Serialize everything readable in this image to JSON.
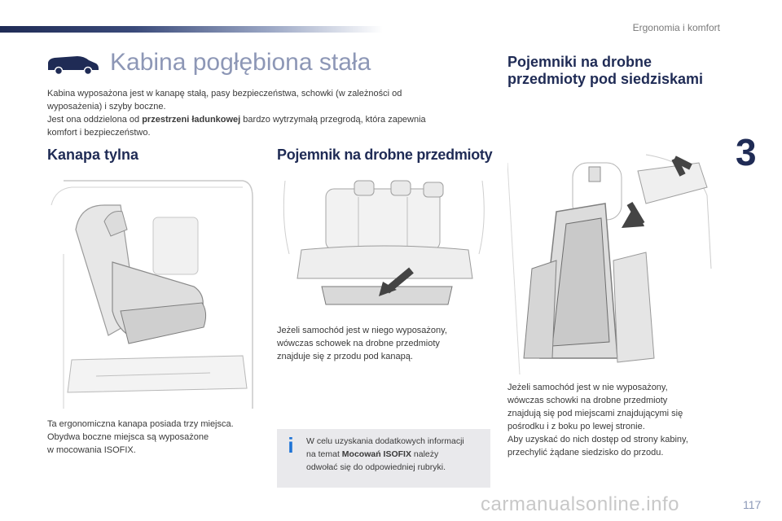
{
  "header": {
    "section": "Ergonomia i komfort",
    "chapter": "3",
    "page": "117"
  },
  "main": {
    "title": "Kabina pogłębiona stała",
    "intro_line1": "Kabina wyposażona jest w kanapę stałą, pasy bezpieczeństwa, schowki (w zależności od",
    "intro_line2": "wyposażenia) i szyby boczne.",
    "intro_line3_pre": "Jest ona oddzielona od ",
    "intro_line3_bold": "przestrzeni ładunkowej",
    "intro_line3_post": " bardzo wytrzymałą przegrodą, która zapewnia",
    "intro_line4": "komfort i bezpieczeństwo."
  },
  "kanapa": {
    "heading": "Kanapa tylna",
    "caption_line1": "Ta ergonomiczna kanapa posiada trzy miejsca.",
    "caption_line2": "Obydwa boczne miejsca są wyposażone",
    "caption_line3": "w mocowania ISOFIX."
  },
  "pojemnik": {
    "heading": "Pojemnik na drobne przedmioty",
    "caption_line1": "Jeżeli samochód jest w niego wyposażony,",
    "caption_line2": "wówczas schowek na drobne przedmioty",
    "caption_line3": "znajduje się z przodu pod kanapą."
  },
  "info": {
    "icon": "info-icon",
    "line1": "W celu uzyskania dodatkowych informacji",
    "line2_pre": "na temat ",
    "line2_bold": "Mocowań ISOFIX",
    "line2_post": " należy",
    "line3": "odwołać się do odpowiedniej rubryki."
  },
  "right": {
    "heading_line1": "Pojemniki na drobne",
    "heading_line2": "przedmioty pod siedziskami",
    "caption_line1": "Jeżeli samochód jest w nie wyposażony,",
    "caption_line2": "wówczas schowki na drobne przedmioty",
    "caption_line3": "znajdują się pod miejscami znajdującymi się",
    "caption_line4": "pośrodku i z boku po lewej stronie.",
    "caption_line5": "Aby uzyskać do nich dostęp od strony kabiny,",
    "caption_line6": "przechylić żądane siedzisko do przodu."
  },
  "watermark": "carmanualsonline.info",
  "colors": {
    "navy": "#1f2b55",
    "title_gray": "#8d97b6",
    "info_blue": "#1e73d6",
    "box_bg": "#e9e9ec"
  }
}
